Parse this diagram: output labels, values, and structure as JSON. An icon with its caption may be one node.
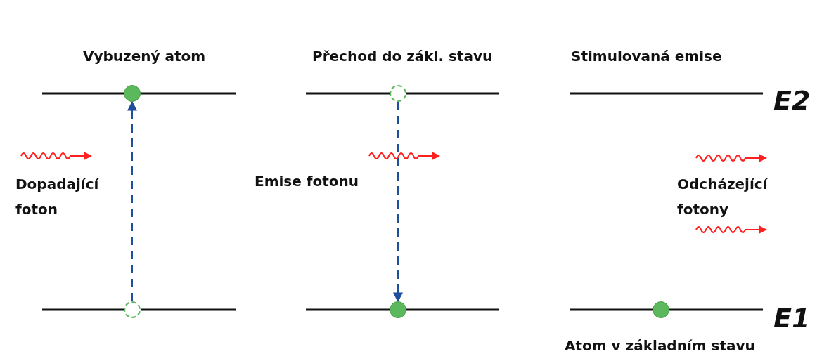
{
  "diagram": {
    "nodes": [
      {
        "text": [],
        "shape": "circle"
      },
      {
        "text": [],
        "shape": "circle"
      },
      {
        "text": [],
        "shape": "circle"
      },
      {
        "text": [],
        "shape": "circle"
      },
      {
        "text": [],
        "shape": "circle"
      }
    ],
    "edges": [
      {
        "from": 1,
        "to": 0,
        "arrow": "to",
        "style": "dashed"
      },
      {
        "from": 2,
        "to": 3,
        "arrow": "to",
        "style": "dashed"
      }
    ],
    "labels": [
      "Vybuzený atom",
      "Přechod do zákl. stavu",
      "Stimulovaná emise",
      "E2",
      "Dopadající foton",
      "Emise fotonu",
      "Odcházející fotony",
      "E1",
      "Atom v základním stavu"
    ]
  }
}
